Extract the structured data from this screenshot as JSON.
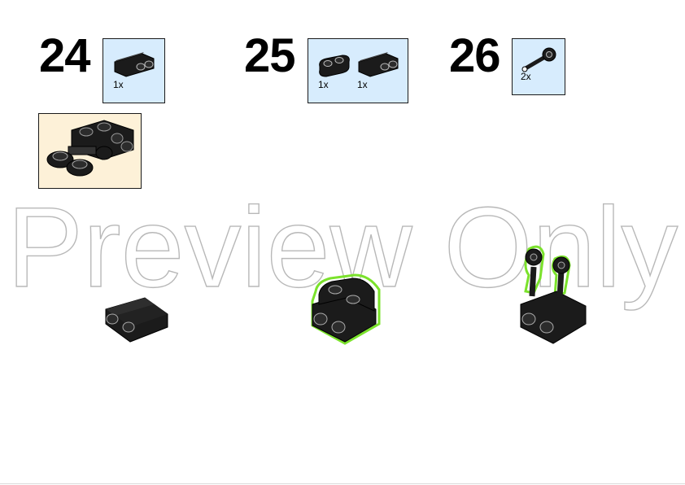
{
  "steps": [
    {
      "number": "24",
      "parts": [
        {
          "qty": "1x",
          "icon": "inverted-bracket-1x2-icon"
        }
      ]
    },
    {
      "number": "25",
      "parts": [
        {
          "qty": "1x",
          "icon": "plate-1x2-rounded-icon"
        },
        {
          "qty": "1x",
          "icon": "inverted-bracket-1x2-icon"
        }
      ]
    },
    {
      "number": "26",
      "parts": [
        {
          "qty": "2x",
          "icon": "ball-joint-pin-icon"
        }
      ]
    }
  ],
  "watermark": {
    "text": "Preview Only"
  },
  "colors": {
    "parts_box_bg": "#d7ecfd",
    "callout_bg": "#fdf1d8",
    "brick_black": "#1b1b1b",
    "new_part_highlight": "#7be22c"
  }
}
